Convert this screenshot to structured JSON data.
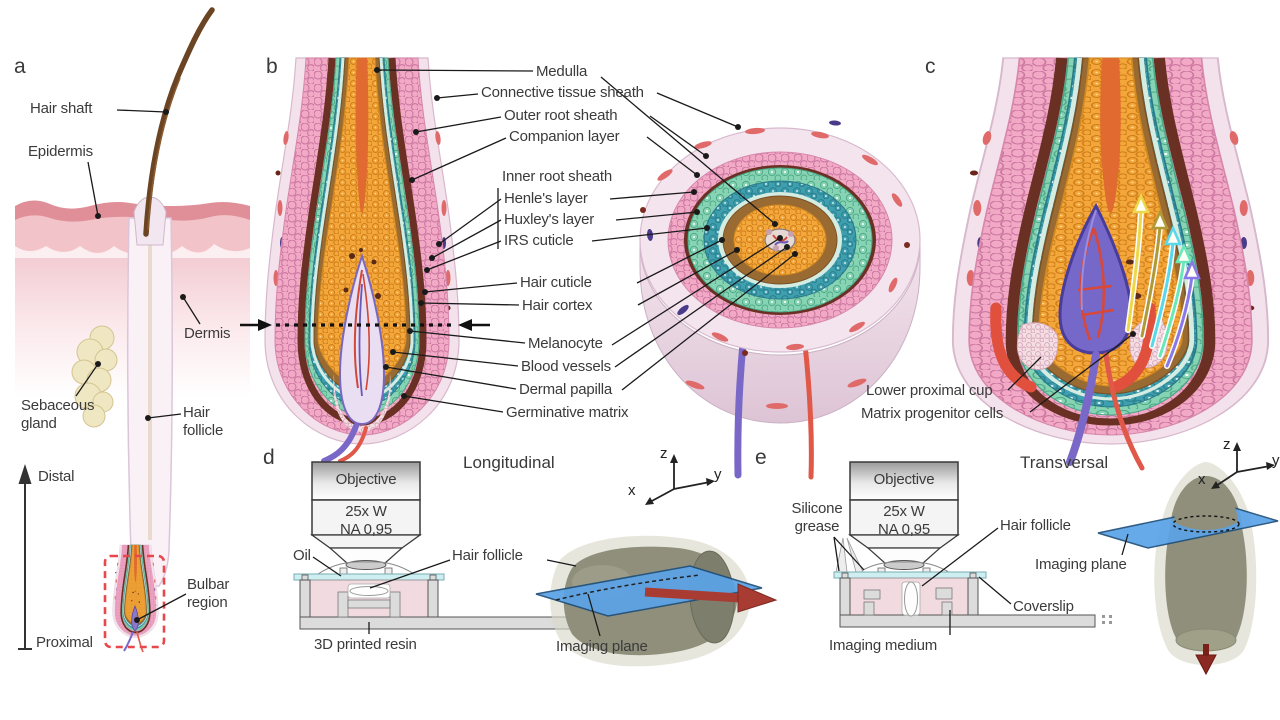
{
  "panels": {
    "a": {
      "letter": "a",
      "labels": {
        "hair_shaft": "Hair shaft",
        "epidermis": "Epidermis",
        "dermis": "Dermis",
        "sebaceous_gland": "Sebaceous\ngland",
        "hair_follicle": "Hair\nfollicle",
        "distal": "Distal",
        "proximal": "Proximal",
        "bulbar_region": "Bulbar\nregion"
      }
    },
    "b": {
      "letter": "b",
      "labels": {
        "medulla": "Medulla",
        "connective_tissue_sheath": "Connective tissue sheath",
        "outer_root_sheath": "Outer root sheath",
        "companion_layer": "Companion layer",
        "inner_root_sheath": "Inner root sheath",
        "henles_layer": "Henle's layer",
        "huxleys_layer": "Huxley's layer",
        "irs_cuticle": "IRS cuticle",
        "hair_cuticle": "Hair cuticle",
        "hair_cortex": "Hair cortex",
        "melanocyte": "Melanocyte",
        "blood_vessels": "Blood vessels",
        "dermal_papilla": "Dermal papilla",
        "germinative_matrix": "Germinative matrix"
      }
    },
    "c": {
      "letter": "c",
      "labels": {
        "lower_proximal_cup": "Lower proximal cup",
        "matrix_progenitor_cells": "Matrix progenitor cells"
      }
    },
    "d": {
      "letter": "d",
      "title": "Longitudinal",
      "objective": "Objective",
      "objective_specs": "25x W\nNA 0,95",
      "labels": {
        "oil": "Oil",
        "hair_follicle": "Hair follicle",
        "printed_resin": "3D printed resin",
        "imaging_plane": "Imaging plane"
      },
      "axes": {
        "x": "x",
        "y": "y",
        "z": "z"
      }
    },
    "e": {
      "letter": "e",
      "title": "Transversal",
      "objective": "Objective",
      "objective_specs": "25x W\nNA 0,95",
      "labels": {
        "silicone_grease": "Silicone\ngrease",
        "hair_follicle": "Hair follicle",
        "imaging_plane": "Imaging plane",
        "coverslip": "Coverslip",
        "imaging_medium": "Imaging medium"
      },
      "axes": {
        "x": "x",
        "y": "y",
        "z": "z"
      }
    }
  },
  "colors": {
    "section_marker_red": "#e8474b",
    "imaging_plane_blue": "#5ba3e8",
    "arrow_dark_red": "#a83c32",
    "cortex_orange": "#f3a63a",
    "henle_green": "#86d4b4",
    "huxley_teal": "#3e9fae",
    "ors_pink": "#f1a9c5",
    "papilla_purple": "#7668c8"
  }
}
